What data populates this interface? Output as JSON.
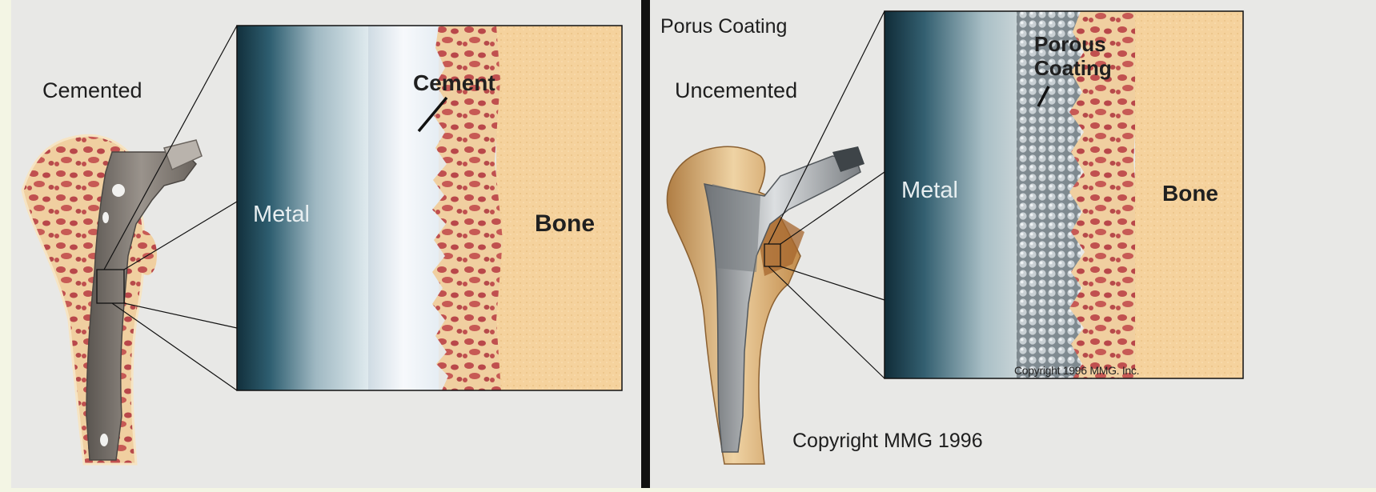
{
  "left_panel": {
    "title": "Cemented",
    "callout_cement": "Cement",
    "zoom_metal": "Metal",
    "zoom_bone": "Bone"
  },
  "right_panel": {
    "header": "Porus Coating",
    "title": "Uncemented",
    "callout_porous_line1": "Porous",
    "callout_porous_line2": "Coating",
    "zoom_metal": "Metal",
    "zoom_bone": "Bone",
    "zoom_copyright": "Copyright 1996 MMG. Inc.",
    "copyright": "Copyright MMG 1996"
  },
  "colors": {
    "page_background": "#f3f5e4",
    "panel_background": "#e8e8e6",
    "divider": "#111111",
    "bone": "#f3cf98",
    "trabecular": "#c44e4e",
    "metal_dark": "#1f3f4e",
    "metal_light": "#d8e6ea",
    "cement": "#f2f5fa"
  }
}
